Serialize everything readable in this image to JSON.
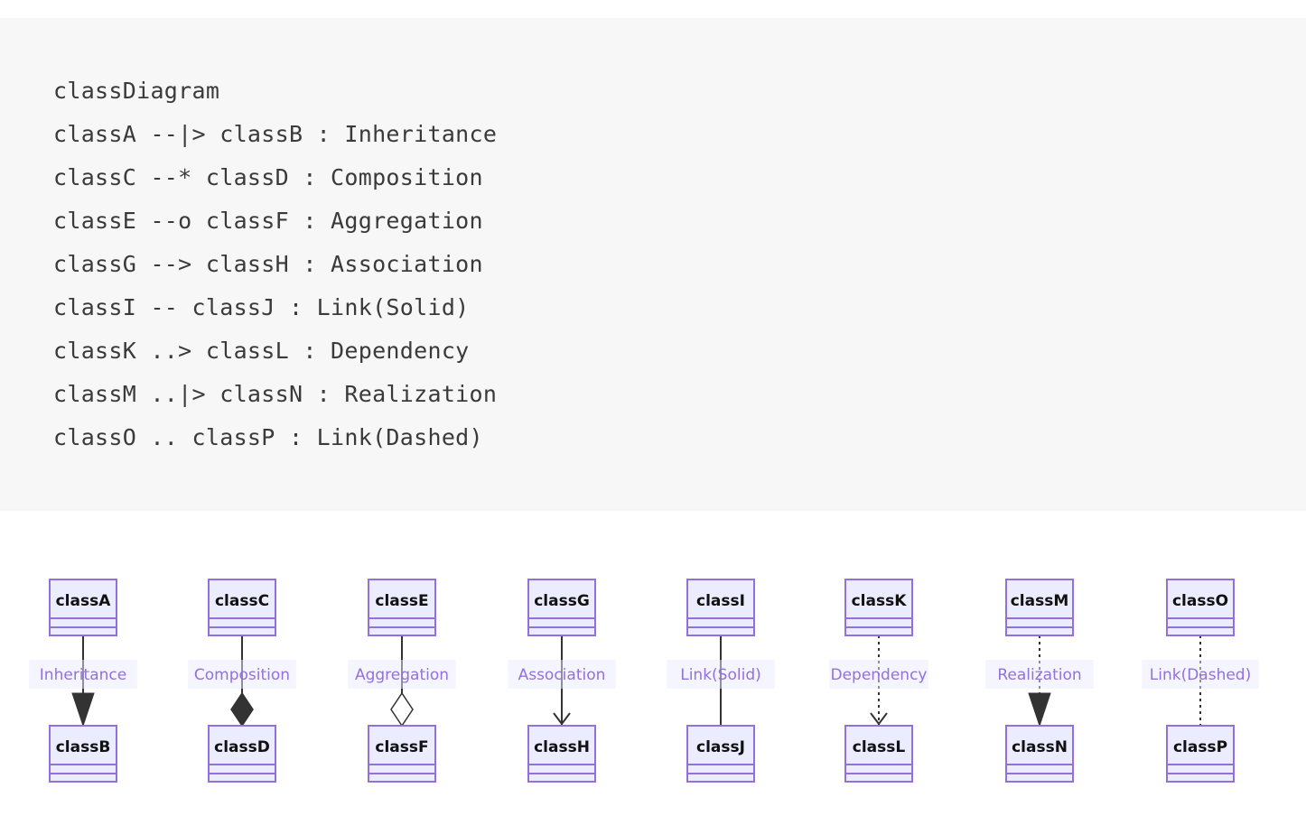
{
  "code": {
    "lines": [
      "classDiagram",
      "classA --|> classB : Inheritance",
      "classC --* classD : Composition",
      "classE --o classF : Aggregation",
      "classG --> classH : Association",
      "classI -- classJ : Link(Solid)",
      "classK ..> classL : Dependency",
      "classM ..|> classN : Realization",
      "classO .. classP : Link(Dashed)"
    ]
  },
  "diagram": {
    "colors": {
      "box_fill": "#ECECFF",
      "box_stroke": "#9370DB",
      "line": "#333333",
      "label": "#9370DB",
      "code_bg": "#f7f7f7"
    },
    "relations": [
      {
        "from": "classA",
        "to": "classB",
        "label": "Inheritance",
        "style": "solid",
        "marker": "triangle-filled"
      },
      {
        "from": "classC",
        "to": "classD",
        "label": "Composition",
        "style": "solid",
        "marker": "diamond-filled"
      },
      {
        "from": "classE",
        "to": "classF",
        "label": "Aggregation",
        "style": "solid",
        "marker": "diamond-open"
      },
      {
        "from": "classG",
        "to": "classH",
        "label": "Association",
        "style": "solid",
        "marker": "arrow-open"
      },
      {
        "from": "classI",
        "to": "classJ",
        "label": "Link(Solid)",
        "style": "solid",
        "marker": "none"
      },
      {
        "from": "classK",
        "to": "classL",
        "label": "Dependency",
        "style": "dashed",
        "marker": "arrow-open"
      },
      {
        "from": "classM",
        "to": "classN",
        "label": "Realization",
        "style": "dashed",
        "marker": "triangle-filled"
      },
      {
        "from": "classO",
        "to": "classP",
        "label": "Link(Dashed)",
        "style": "dashed",
        "marker": "none"
      }
    ]
  }
}
